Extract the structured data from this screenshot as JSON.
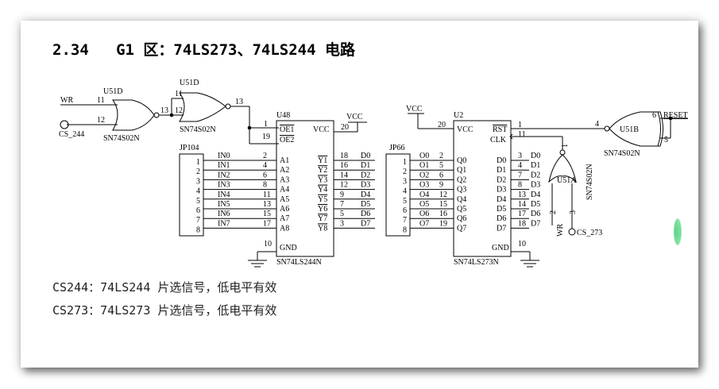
{
  "title": "2.34   G1 区：74LS273、74LS244 电路",
  "notes": [
    "CS244：74LS244 片选信号，低电平有效",
    "CS273：74LS273 片选信号，低电平有效"
  ],
  "schematic": {
    "nor_gate_1": {
      "ref": "U51D",
      "part": "SN74S02N",
      "pins": [
        "11",
        "12",
        "13"
      ],
      "inputs": [
        "WR",
        "CS_244"
      ]
    },
    "nor_gate_2": {
      "ref": "U51D",
      "part": "SN74S02N",
      "pins": [
        "11",
        "12",
        "13"
      ]
    },
    "u48": {
      "ref": "U48",
      "part": "SN74LS244N",
      "oe_pins": [
        "1",
        "19"
      ],
      "oe_labels": [
        "OE1",
        "OE2"
      ],
      "vcc_label": "VCC",
      "vcc_pin": "20",
      "vcc_net": "VCC",
      "gnd_label": "GND",
      "gnd_pin": "10",
      "inputs": [
        {
          "net": "IN0",
          "pin": "2",
          "label": "A1"
        },
        {
          "net": "IN1",
          "pin": "4",
          "label": "A2"
        },
        {
          "net": "IN2",
          "pin": "6",
          "label": "A3"
        },
        {
          "net": "IN3",
          "pin": "8",
          "label": "A4"
        },
        {
          "net": "IN4",
          "pin": "11",
          "label": "A5"
        },
        {
          "net": "IN5",
          "pin": "13",
          "label": "A6"
        },
        {
          "net": "IN6",
          "pin": "15",
          "label": "A7"
        },
        {
          "net": "IN7",
          "pin": "17",
          "label": "A8"
        }
      ],
      "outputs": [
        {
          "label": "Y1",
          "pin": "18",
          "net": "D0"
        },
        {
          "label": "Y2",
          "pin": "16",
          "net": "D1"
        },
        {
          "label": "Y3",
          "pin": "14",
          "net": "D2"
        },
        {
          "label": "Y4",
          "pin": "12",
          "net": "D3"
        },
        {
          "label": "Y5",
          "pin": "9",
          "net": "D4"
        },
        {
          "label": "Y6",
          "pin": "7",
          "net": "D5"
        },
        {
          "label": "Y7",
          "pin": "5",
          "net": "D6"
        },
        {
          "label": "Y8",
          "pin": "3",
          "net": "D7"
        }
      ]
    },
    "jp104": {
      "ref": "JP104",
      "pins": [
        "1",
        "2",
        "3",
        "4",
        "5",
        "6",
        "7",
        "8"
      ]
    },
    "u2": {
      "ref": "U2",
      "part": "SN74LS273N",
      "vcc_net": "VCC",
      "vcc_pin": "20",
      "vcc_label": "VCC",
      "rst_label": "RST",
      "rst_pin": "1",
      "clk_label": "CLK",
      "clk_pin": "11",
      "gnd_label": "GND",
      "gnd_pin": "10",
      "outputs": [
        {
          "net": "O0",
          "pin": "2",
          "label": "Q0"
        },
        {
          "net": "O1",
          "pin": "5",
          "label": "Q1"
        },
        {
          "net": "O2",
          "pin": "6",
          "label": "Q2"
        },
        {
          "net": "O3",
          "pin": "9",
          "label": "Q3"
        },
        {
          "net": "O4",
          "pin": "12",
          "label": "Q4"
        },
        {
          "net": "O5",
          "pin": "15",
          "label": "Q5"
        },
        {
          "net": "O6",
          "pin": "16",
          "label": "Q6"
        },
        {
          "net": "O7",
          "pin": "19",
          "label": "Q7"
        }
      ],
      "inputs": [
        {
          "label": "D0",
          "pin": "3",
          "net": "D0"
        },
        {
          "label": "D1",
          "pin": "4",
          "net": "D1"
        },
        {
          "label": "D2",
          "pin": "7",
          "net": "D2"
        },
        {
          "label": "D3",
          "pin": "8",
          "net": "D3"
        },
        {
          "label": "D4",
          "pin": "13",
          "net": "D4"
        },
        {
          "label": "D5",
          "pin": "14",
          "net": "D5"
        },
        {
          "label": "D6",
          "pin": "17",
          "net": "D6"
        },
        {
          "label": "D7",
          "pin": "18",
          "net": "D7"
        }
      ]
    },
    "jp66": {
      "ref": "JP66",
      "pins": [
        "1",
        "2",
        "3",
        "4",
        "5",
        "6",
        "7",
        "8"
      ]
    },
    "u51b": {
      "ref": "U51B",
      "part": "SN74S02N",
      "pins": [
        "4",
        "5",
        "6"
      ],
      "net": "RESET"
    },
    "u51a": {
      "ref": "U51A",
      "part": "SN74S02N",
      "pins": [
        "1",
        "2",
        "3"
      ],
      "inputs": [
        "WR",
        "CS_273"
      ]
    }
  }
}
